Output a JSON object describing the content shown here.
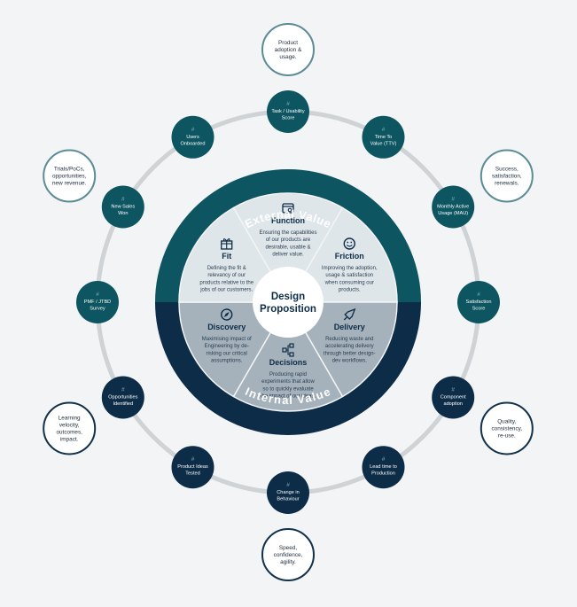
{
  "colors": {
    "external": "#0d5560",
    "internal": "#0d2c48",
    "node_external": "#0d5560",
    "node_internal": "#0d2c48",
    "segment_light": "#dfe6e9",
    "segment_mid": "#a5b2bb",
    "ring": "#cfd3d6",
    "outcome_ring_external": "#5b8c95",
    "outcome_ring_internal": "#12314b",
    "background": "#f3f4f5"
  },
  "center": {
    "title_line1": "Design",
    "title_line2": "Proposition"
  },
  "arc_labels": {
    "external": "External Value",
    "internal": "Internal Value"
  },
  "segments": [
    {
      "key": "function",
      "title": "Function",
      "icon": "browser-window-icon",
      "lines": [
        "Ensuring the capabilities",
        "of our products are",
        "desirable, usable &",
        "deliver value."
      ]
    },
    {
      "key": "friction",
      "title": "Friction",
      "icon": "smiley-face-icon",
      "lines": [
        "Improving the adoption,",
        "usage & satisfaction",
        "when consuming our",
        "products."
      ]
    },
    {
      "key": "delivery",
      "title": "Delivery",
      "icon": "rocket-icon",
      "lines": [
        "Reducing waste and",
        "accelerating delivery",
        "through better design-",
        "dev workflows."
      ]
    },
    {
      "key": "decisions",
      "title": "Decisions",
      "icon": "flowchart-icon",
      "lines": [
        "Producing rapid",
        "experiments that allow",
        "so to quickly evaluate",
        "the impact of our ideas."
      ]
    },
    {
      "key": "discovery",
      "title": "Discovery",
      "icon": "compass-icon",
      "lines": [
        "Maximising impact of",
        "Engineering by de-",
        "risking our critical",
        "assumptions."
      ]
    },
    {
      "key": "fit",
      "title": "Fit",
      "icon": "gift-icon",
      "lines": [
        "Defining the fit &",
        "relevancy of our",
        "products relative to the",
        "jobs of our customers."
      ]
    }
  ],
  "metric_nodes": [
    {
      "key": "task-usability-score",
      "hash": "#",
      "lines": [
        "Task / Usability",
        "Score"
      ]
    },
    {
      "key": "time-to-value",
      "hash": "#",
      "lines": [
        "Time To",
        "Value (TTV)"
      ]
    },
    {
      "key": "monthly-active-usage",
      "hash": "#",
      "lines": [
        "Monthly Active",
        "Usage (MAU)"
      ]
    },
    {
      "key": "satisfaction-score",
      "hash": "#",
      "lines": [
        "Satisfaction",
        "Score"
      ]
    },
    {
      "key": "component-adoption",
      "hash": "#",
      "lines": [
        "Component",
        "adoption"
      ]
    },
    {
      "key": "lead-time-to-production",
      "hash": "#",
      "lines": [
        "Lead time to",
        "Production"
      ]
    },
    {
      "key": "change-in-behaviour",
      "hash": "#",
      "lines": [
        "Change in",
        "Behaviour"
      ]
    },
    {
      "key": "product-ideas-tested",
      "hash": "#",
      "lines": [
        "Product Ideas",
        "Tested"
      ]
    },
    {
      "key": "opportunities-identified",
      "hash": "#",
      "lines": [
        "Opportunities",
        "Identified"
      ]
    },
    {
      "key": "pmf-jtbd-survey",
      "hash": "#",
      "lines": [
        "PMF / JTBD",
        "Survey"
      ]
    },
    {
      "key": "new-sales-won",
      "hash": "#",
      "lines": [
        "New Sales",
        "Won"
      ]
    },
    {
      "key": "users-onboarded",
      "hash": "#",
      "lines": [
        "Users",
        "Onboarded"
      ]
    }
  ],
  "outcome_nodes": [
    {
      "key": "product-adoption",
      "lines": [
        "Product",
        "adoption &",
        "usage."
      ]
    },
    {
      "key": "success-satisfaction",
      "lines": [
        "Success,",
        "satisfaction,",
        "renewals."
      ]
    },
    {
      "key": "quality-consistency",
      "lines": [
        "Quality,",
        "consistency,",
        "re-use."
      ]
    },
    {
      "key": "speed-confidence",
      "lines": [
        "Speed,",
        "confidence,",
        "agility."
      ]
    },
    {
      "key": "learning-velocity",
      "lines": [
        "Learning",
        "velocity,",
        "outcomes,",
        "impact."
      ]
    },
    {
      "key": "trials-pocs",
      "lines": [
        "Trials/PoCs,",
        "opportunities,",
        "new revenue."
      ]
    }
  ]
}
